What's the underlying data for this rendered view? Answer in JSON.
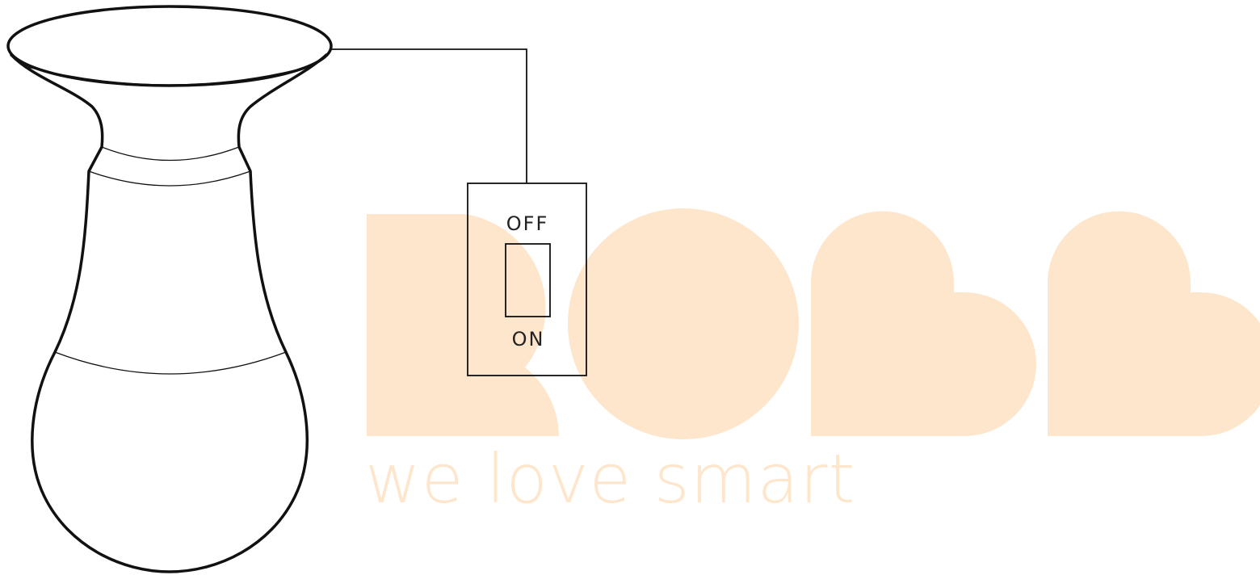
{
  "switch": {
    "off_label": "OFF",
    "on_label": "ON"
  },
  "watermark": {
    "logo_text": "ROBB",
    "tagline": "we love smart",
    "color": "#fde6cc"
  },
  "colors": {
    "outline": "#111111",
    "background": "#ffffff"
  }
}
